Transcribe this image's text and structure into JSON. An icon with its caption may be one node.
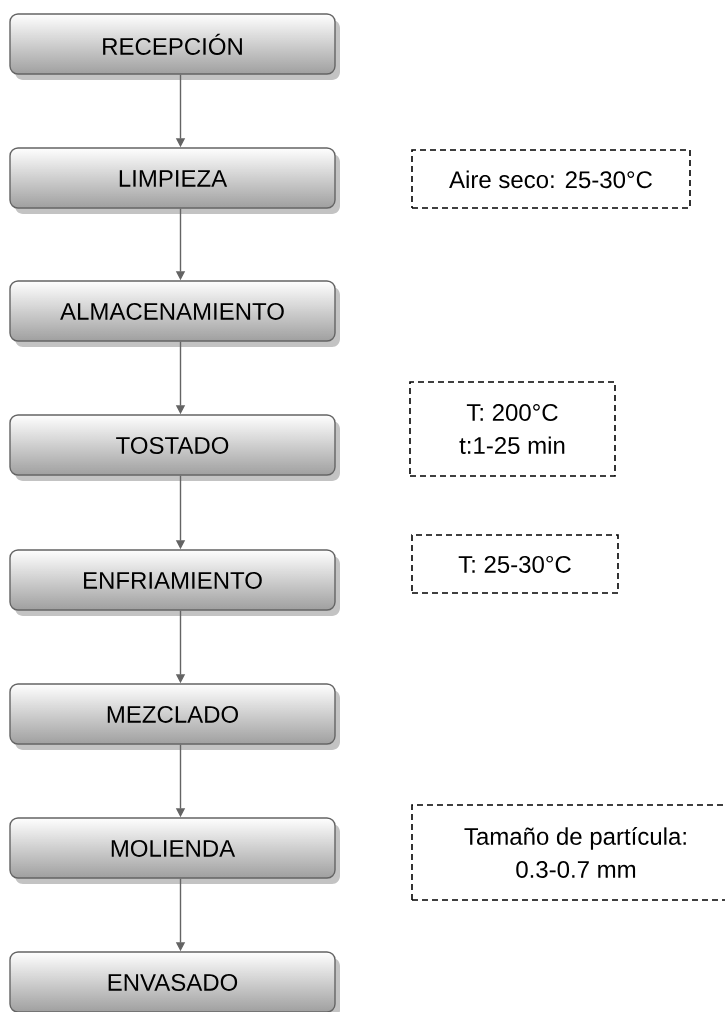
{
  "diagram": {
    "nodes": [
      {
        "text": [
          "RECEPCIÓN"
        ]
      },
      {
        "text": [
          "LIMPIEZA"
        ]
      },
      {
        "text": [
          "ALMACENAMIENTO"
        ]
      },
      {
        "text": [
          "TOSTADO"
        ]
      },
      {
        "text": [
          "ENFRIAMIENTO"
        ]
      },
      {
        "text": [
          "MEZCLADO"
        ]
      },
      {
        "text": [
          "MOLIENDA"
        ]
      },
      {
        "text": [
          "ENVASADO"
        ]
      },
      {
        "text": [
          "Aire seco: 25-30°C"
        ]
      },
      {
        "text": [
          "T: 200°C t:1-25 min"
        ]
      },
      {
        "text": [
          "T: 25-30°C"
        ]
      },
      {
        "text": [
          "Tamaño de partícula: 0.3-0.7 mm"
        ]
      }
    ],
    "edges": [
      {
        "from": 0,
        "to": 1,
        "arrow": "to"
      },
      {
        "from": 1,
        "to": 2,
        "arrow": "to"
      },
      {
        "from": 2,
        "to": 3,
        "arrow": "to"
      },
      {
        "from": 3,
        "to": 4,
        "arrow": "to"
      },
      {
        "from": 4,
        "to": 5,
        "arrow": "to"
      },
      {
        "from": 5,
        "to": 6,
        "arrow": "to"
      },
      {
        "from": 6,
        "to": 7,
        "arrow": "to"
      }
    ]
  }
}
